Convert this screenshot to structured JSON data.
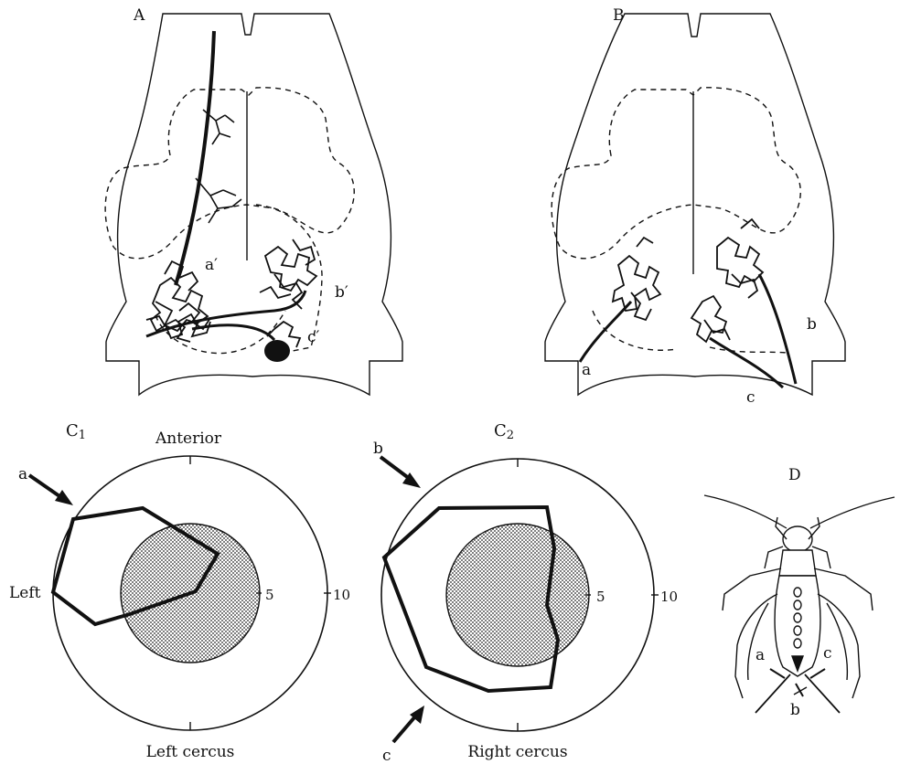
{
  "panels": {
    "A": {
      "label": "A",
      "markers": {
        "a": "a′",
        "b": "b′",
        "c": "c′"
      }
    },
    "B": {
      "label": "B",
      "markers": {
        "a": "a",
        "b": "b",
        "c": "c"
      }
    },
    "C1": {
      "label": "C1",
      "top": "Anterior",
      "left": "Left",
      "bottom": "Left cercus",
      "tick_inner": "5",
      "tick_outer": "10",
      "arrow": "a"
    },
    "C2": {
      "label": "C2",
      "bottom": "Right cercus",
      "tick_inner": "5",
      "tick_outer": "10",
      "arrow_top": "b",
      "arrow_bottom": "c"
    },
    "D": {
      "label": "D",
      "markers": {
        "a": "a",
        "b": "b",
        "c": "c"
      }
    }
  },
  "colors": {
    "ink": "#111111",
    "shade": "#9a9a9a"
  }
}
